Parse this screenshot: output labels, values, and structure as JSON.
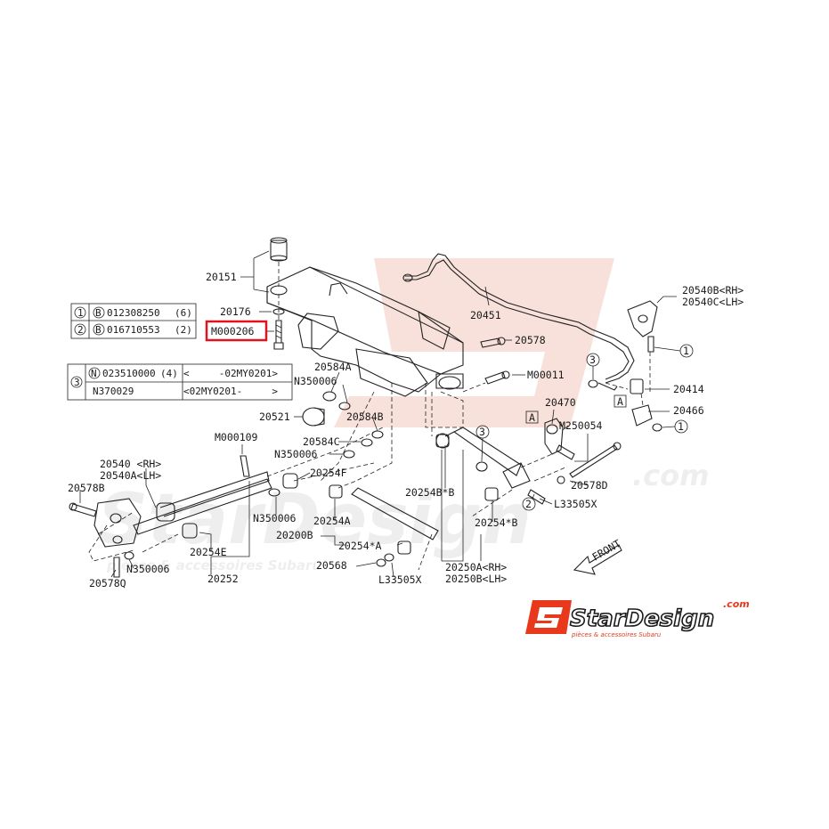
{
  "labels": {
    "p20151": "20151",
    "p20176": "20176",
    "pM000206": "M000206",
    "p20451": "20451",
    "p20578": "20578",
    "p20540B": "20540B<RH>",
    "p20540C": "20540C<LH>",
    "p20584A": "20584A",
    "pN350006a": "N350006",
    "pM00011": "M00011",
    "p20414": "20414",
    "p20466": "20466",
    "p20521": "20521",
    "p20584B": "20584B",
    "p20470": "20470",
    "pM250054": "M250054",
    "p20584C": "20584C",
    "pN350006b": "N350006",
    "pM000109": "M000109",
    "p20254F": "20254F",
    "p20254Bb": "20254B*B",
    "p20578D": "20578D",
    "p20540": "20540 <RH>",
    "p20540A": "20540A<LH>",
    "p20578B": "20578B",
    "pN350006c": "N350006",
    "p20254A": "20254A",
    "p20200B": "20200B",
    "pL33505Xa": "L33505X",
    "p20254b": "20254*B",
    "p20254E": "20254E",
    "pN350006d": "N350006",
    "p20254Aa": "20254*A",
    "p20568": "20568",
    "p20250A": "20250A<RH>",
    "p20250B": "20250B<LH>",
    "p20252": "20252",
    "p20578Q": "20578Q",
    "pL33505Xb": "L33505X",
    "front": "FRONT"
  },
  "callouts": {
    "c1": "1",
    "c2": "2",
    "c3": "3",
    "boxA": "A"
  },
  "table1": {
    "row1": {
      "num": "1",
      "type": "B",
      "code": "012308250",
      "qty": "(6)"
    },
    "row2": {
      "num": "2",
      "type": "B",
      "code": "016710553",
      "qty": "(2)"
    }
  },
  "table2": {
    "num": "3",
    "row1": {
      "type": "N",
      "code": "023510000",
      "qty": "(4)",
      "range": "<     -02MY0201>"
    },
    "row2": {
      "code": "N370029",
      "range": "<02MY0201-     >"
    }
  },
  "highlight": {
    "part": "M000206",
    "color": "#e0141e"
  },
  "logo": {
    "mark": "SD",
    "name": "StarDesign",
    "domain": ".com",
    "tagline": "pièces & accessoires Subaru",
    "brand_color": "#e8391d"
  },
  "watermark": {
    "name": "StarDesign",
    "domain": ".com",
    "tagline": "pièces & accessoires Subaru"
  }
}
